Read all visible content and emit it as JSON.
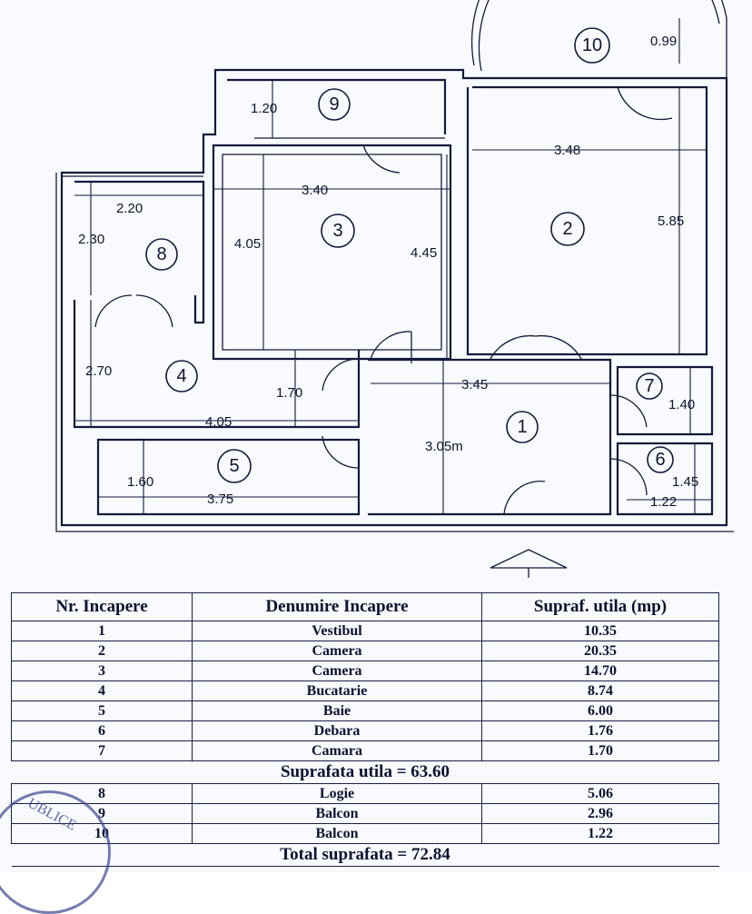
{
  "plan": {
    "dimensions": [
      "0.99",
      "1.20",
      "3.48",
      "3.40",
      "2.20",
      "2.30",
      "4.05",
      "4.45",
      "5.85",
      "2.70",
      "1.70",
      "3.45",
      "1.40",
      "4.05",
      "3.05m",
      "1.60",
      "3.75",
      "1.45",
      "1.22"
    ],
    "rooms": [
      "1",
      "2",
      "3",
      "4",
      "5",
      "6",
      "7",
      "8",
      "9",
      "10"
    ]
  },
  "table": {
    "headers": [
      "Nr. Incapere",
      "Denumire Incapere",
      "Supraf. utila (mp)"
    ],
    "rows": [
      [
        "1",
        "Vestibul",
        "10.35"
      ],
      [
        "2",
        "Camera",
        "20.35"
      ],
      [
        "3",
        "Camera",
        "14.70"
      ],
      [
        "4",
        "Bucatarie",
        "8.74"
      ],
      [
        "5",
        "Baie",
        "6.00"
      ],
      [
        "6",
        "Debara",
        "1.76"
      ],
      [
        "7",
        "Camara",
        "1.70"
      ]
    ],
    "subtotal_label": "Suprafata utila =",
    "subtotal_value": "63.60",
    "extra_rows": [
      [
        "8",
        "Logie",
        "5.06"
      ],
      [
        "9",
        "Balcon",
        "2.96"
      ],
      [
        "10",
        "Balcon",
        "1.22"
      ]
    ],
    "total_label": "Total suprafata =",
    "total_value": "72.84"
  },
  "stamp_text": "UBLICE"
}
